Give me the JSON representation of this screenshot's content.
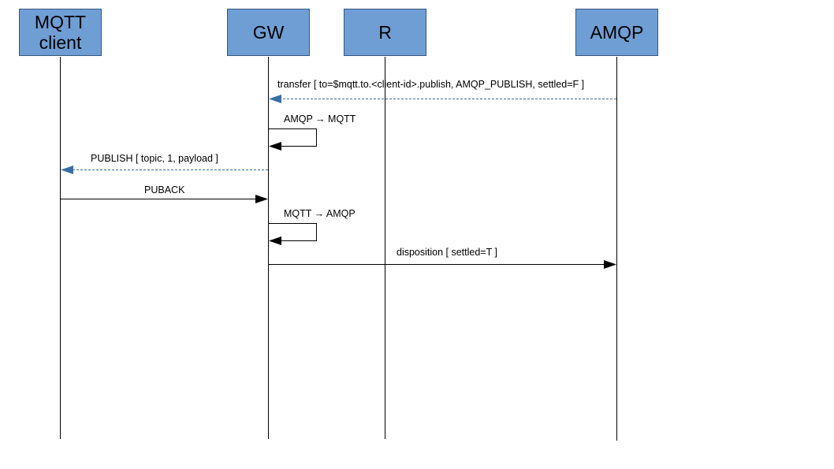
{
  "participants": [
    {
      "id": "mqtt_client",
      "label": "MQTT\nclient"
    },
    {
      "id": "gw",
      "label": "GW"
    },
    {
      "id": "r",
      "label": "R"
    },
    {
      "id": "amqp",
      "label": "AMQP"
    }
  ],
  "messages": [
    {
      "from": "amqp",
      "to": "gw",
      "label": "transfer [ to=$mqtt.to.<client-id>.publish, AMQP_PUBLISH, settled=F ]",
      "style": "dashed"
    },
    {
      "from": "gw",
      "to": "gw",
      "label": "AMQP → MQTT",
      "style": "self"
    },
    {
      "from": "gw",
      "to": "mqtt_client",
      "label": "PUBLISH [ topic, 1, payload ]",
      "style": "dashed"
    },
    {
      "from": "mqtt_client",
      "to": "gw",
      "label": "PUBACK",
      "style": "solid"
    },
    {
      "from": "gw",
      "to": "gw",
      "label": "MQTT → AMQP",
      "style": "self"
    },
    {
      "from": "gw",
      "to": "amqp",
      "label": "disposition [ settled=T ]",
      "style": "solid"
    }
  ],
  "colors": {
    "actor_fill": "#6f9ed4",
    "async_arrow": "#3a6ea5",
    "line": "#000000"
  }
}
